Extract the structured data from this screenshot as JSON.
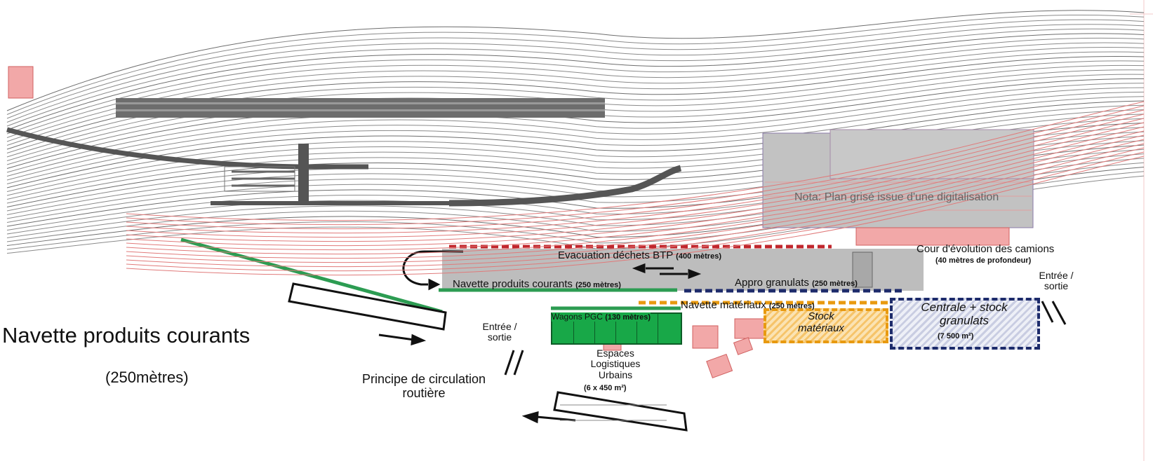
{
  "colors": {
    "rail": "#8a8a8a",
    "rail_red": "#e07a7a",
    "green_line": "#2c9c52",
    "dark_red_dash": "#c0262c",
    "navy_dash": "#1d2b6b",
    "orange_dash": "#e89a10",
    "grey_zone": "#bdbdbd",
    "pink_building": "#f2a8a8",
    "wagon_green": "#18a848"
  },
  "labels": {
    "nota": "Nota: Plan grisé issue d'une digitalisation",
    "cour": "Cour d'évolution des camions",
    "cour_sub": "(40 mètres de profondeur)",
    "entree_right": "Entrée / sortie",
    "evacuation": "Evacuation déchets BTP",
    "evacuation_len": "(400 mètres)",
    "navette_inner": "Navette produits courants",
    "navette_inner_len": "(250 mètres)",
    "appro": "Appro granulats",
    "appro_len": "(250 mètres)",
    "navette_mat": "Navette matériaux",
    "navette_mat_len": "(250 mètres)",
    "wagons": "Wagons PGC",
    "wagons_len": "(130 mètres)",
    "stock_mat": "Stock matériaux",
    "centrale": "Centrale + stock granulats",
    "centrale_area": "(7 500 m²)",
    "entree_mid": "Entrée / sortie",
    "espaces": "Espaces Logistiques Urbains",
    "espaces_area": "(6 x 450 m²)",
    "navette_big": "Navette produits courants",
    "navette_big_len": "(250mètres)",
    "principe": "Principe de circulation routière"
  }
}
